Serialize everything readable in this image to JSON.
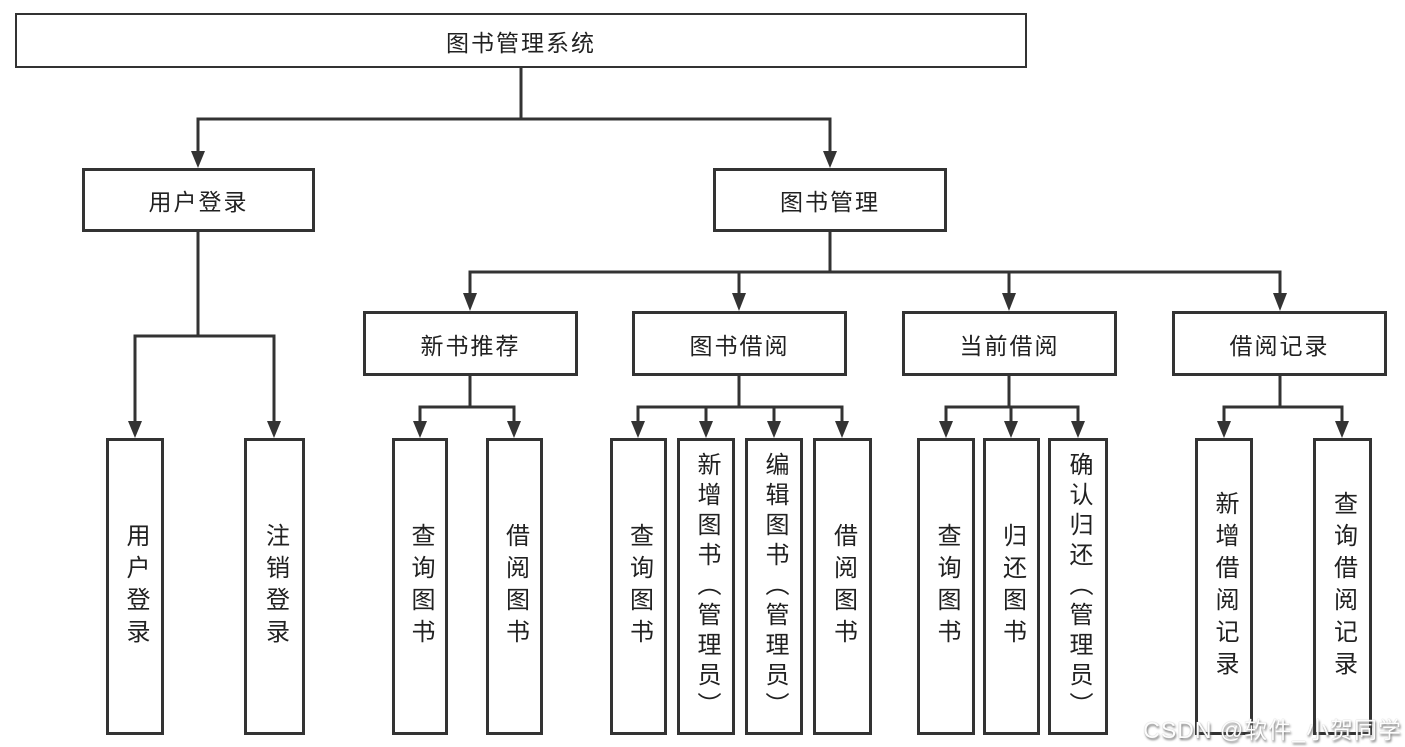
{
  "diagram": {
    "type": "hierarchy-diagram",
    "colors": {
      "background": "#ffffff",
      "line": "#333333",
      "text": "#212121",
      "watermark": "#fdfdfd"
    }
  },
  "tree": {
    "label": "图书管理系统",
    "children": [
      {
        "label": "用户登录",
        "children": [
          {
            "label": "用户登录"
          },
          {
            "label": "注销登录"
          }
        ]
      },
      {
        "label": "图书管理",
        "children": [
          {
            "label": "新书推荐",
            "children": [
              {
                "label": "查询图书"
              },
              {
                "label": "借阅图书"
              }
            ]
          },
          {
            "label": "图书借阅",
            "children": [
              {
                "label": "查询图书"
              },
              {
                "label": "新增图书（管理员）"
              },
              {
                "label": "编辑图书（管理员）"
              },
              {
                "label": "借阅图书"
              }
            ]
          },
          {
            "label": "当前借阅",
            "children": [
              {
                "label": "查询图书"
              },
              {
                "label": "归还图书"
              },
              {
                "label": "确认归还（管理员）"
              }
            ]
          },
          {
            "label": "借阅记录",
            "children": [
              {
                "label": "新增借阅记录"
              },
              {
                "label": "查询借阅记录"
              }
            ]
          }
        ]
      }
    ]
  },
  "watermark": {
    "text": "CSDN @软件_小贺同学"
  }
}
